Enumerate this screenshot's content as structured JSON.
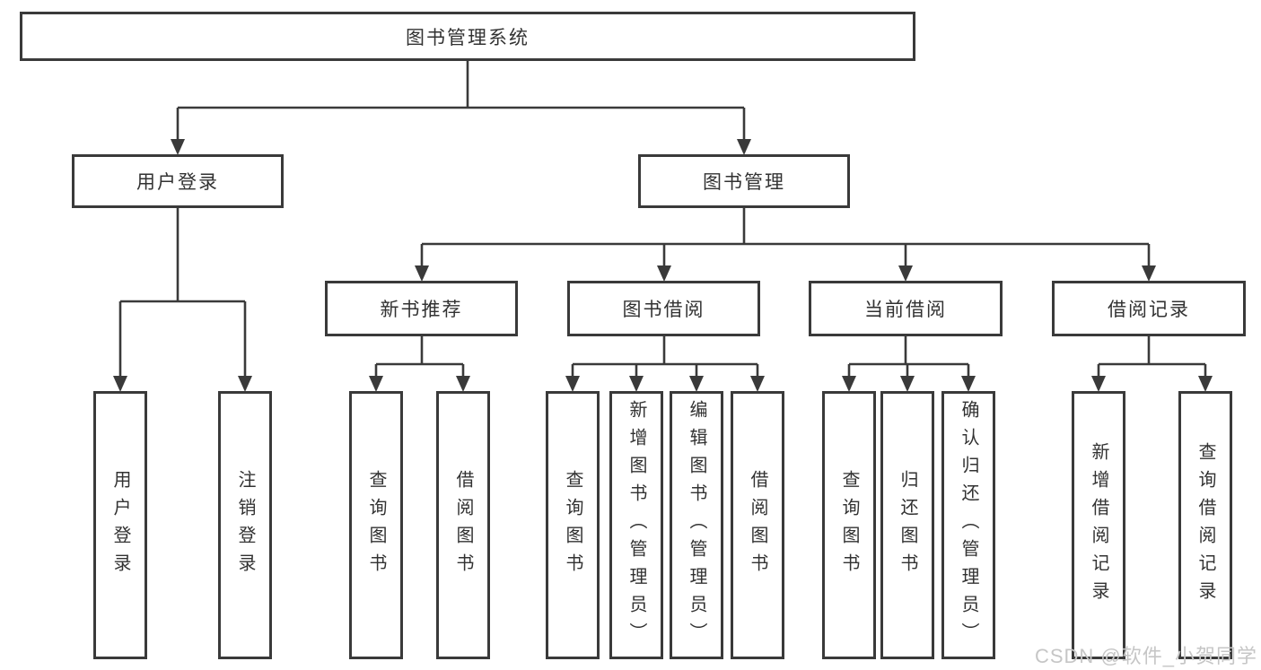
{
  "colors": {
    "line": "#3a3a3a",
    "box_border": "#3a3a3a",
    "text": "#323232",
    "watermark": "#c6c6c6",
    "background": "#ffffff"
  },
  "watermark": {
    "text": "CSDN @软件_小贺同学"
  },
  "tree": {
    "root": {
      "label": "图书管理系统"
    },
    "level2": [
      {
        "label": "用户登录"
      },
      {
        "label": "图书管理"
      }
    ],
    "level3": [
      {
        "label": "新书推荐"
      },
      {
        "label": "图书借阅"
      },
      {
        "label": "当前借阅"
      },
      {
        "label": "借阅记录"
      }
    ],
    "leaves": {
      "user_login": [
        {
          "label": "用户登录"
        },
        {
          "label": "注销登录"
        }
      ],
      "new_book": [
        {
          "label": "查询图书"
        },
        {
          "label": "借阅图书"
        }
      ],
      "book_borrow": [
        {
          "label": "查询图书"
        },
        {
          "label": "新增图书（管理员）"
        },
        {
          "label": "编辑图书（管理员）"
        },
        {
          "label": "借阅图书"
        }
      ],
      "current_borrow": [
        {
          "label": "查询图书"
        },
        {
          "label": "归还图书"
        },
        {
          "label": "确认归还（管理员）"
        }
      ],
      "borrow_record": [
        {
          "label": "新增借阅记录"
        },
        {
          "label": "查询借阅记录"
        }
      ]
    }
  }
}
